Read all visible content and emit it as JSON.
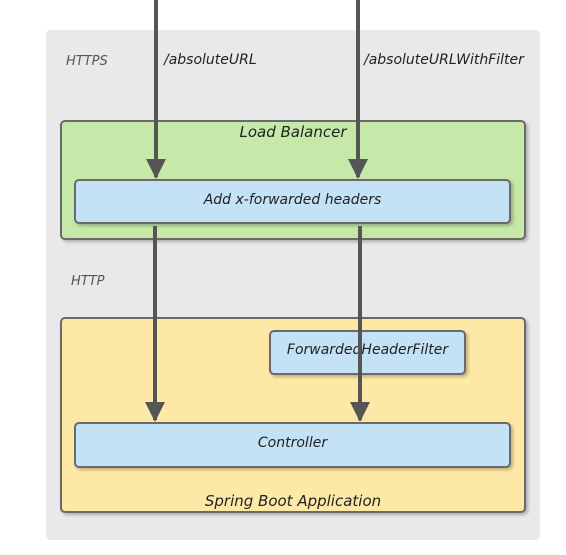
{
  "protocols": {
    "https": "HTTPS",
    "http": "HTTP"
  },
  "routes": {
    "absolute_url": "/absoluteURL",
    "absolute_url_with_filter": "/absoluteURLWithFilter"
  },
  "load_balancer": {
    "title": "Load Balancer",
    "headers_box": "Add x-forwarded headers"
  },
  "spring_boot": {
    "title": "Spring Boot Application",
    "filter_box": "ForwardedHeaderFilter",
    "controller_box": "Controller"
  },
  "colors": {
    "region_bg": "#e9e9ec",
    "load_balancer_fill": "#c6e8a8",
    "spring_boot_fill": "#fee8a6",
    "component_fill": "#c4e2f6",
    "arrow": "#555555"
  }
}
